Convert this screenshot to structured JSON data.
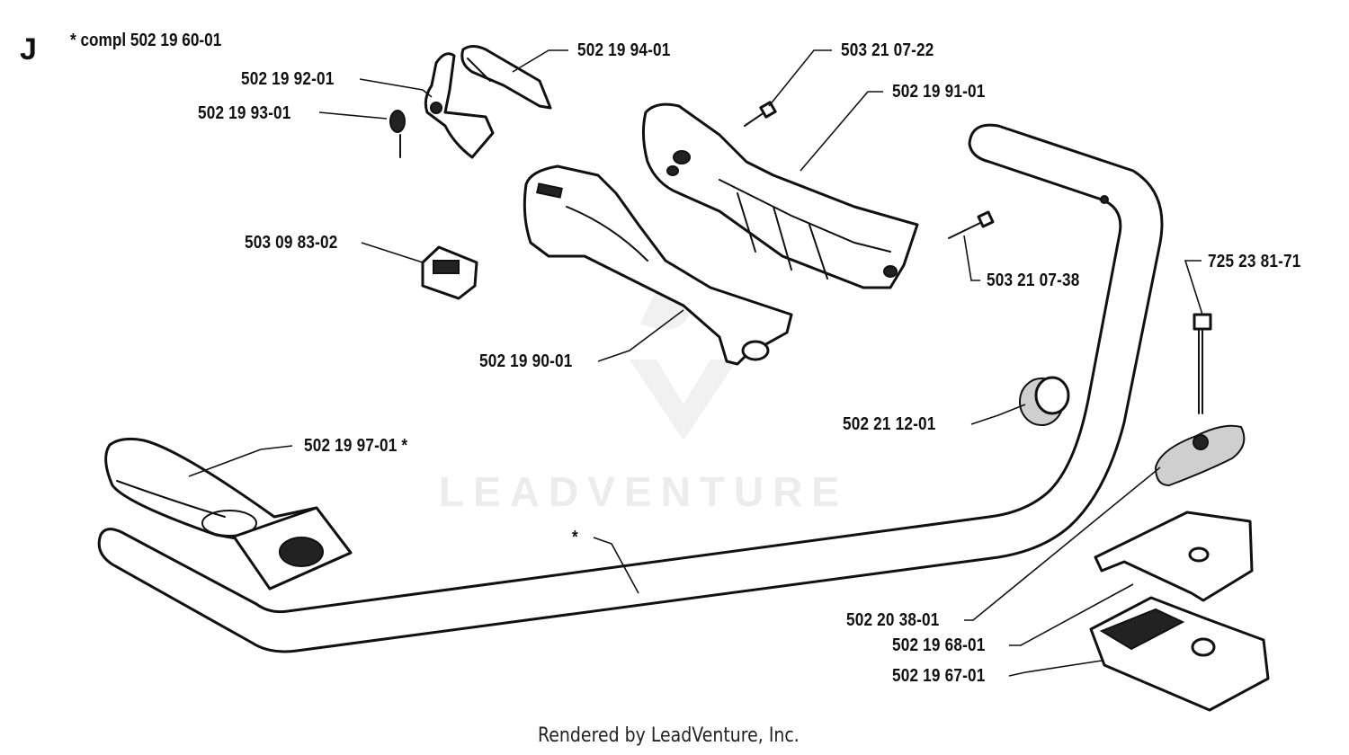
{
  "diagram": {
    "section_letter": "J",
    "kit_note": "* compl 502 19 60-01",
    "watermark": "LEADVENTURE",
    "footer": "Rendered by LeadVenture, Inc.",
    "labels": {
      "p_502_19_94_01": "502 19 94-01",
      "p_502_19_92_01": "502 19 92-01",
      "p_502_19_93_01": "502 19 93-01",
      "p_503_21_07_22": "503 21 07-22",
      "p_502_19_91_01": "502 19 91-01",
      "p_503_09_83_02": "503 09 83-02",
      "p_503_21_07_38": "503 21 07-38",
      "p_725_23_81_71": "725 23 81-71",
      "p_502_19_90_01": "502 19 90-01",
      "p_502_21_12_01": "502 21 12-01",
      "p_502_19_97_01": "502 19 97-01  *",
      "p_handlebar": "*",
      "p_502_20_38_01": "502 20 38-01",
      "p_502_19_68_01": "502 19 68-01",
      "p_502_19_67_01": "502 19 67-01"
    }
  }
}
